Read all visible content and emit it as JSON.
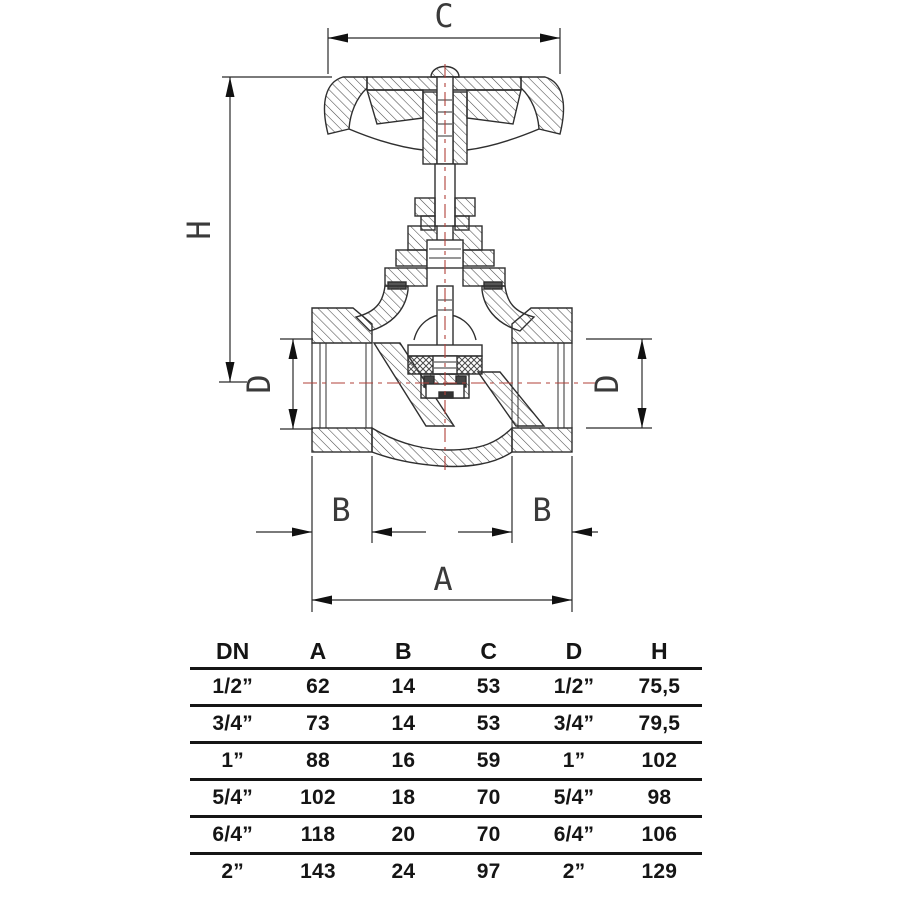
{
  "drawing": {
    "dimension_labels": {
      "c": "C",
      "h": "H",
      "d_left": "D",
      "d_right": "D",
      "b_left": "B",
      "b_right": "B",
      "a": "A"
    },
    "colors": {
      "outline": "#2f2f2f",
      "hatch": "#4a4a4a",
      "centerline": "#b0403a",
      "dim_text": "#3a3a3a",
      "table_text": "#151515"
    }
  },
  "table": {
    "columns": [
      "DN",
      "A",
      "B",
      "C",
      "D",
      "H"
    ],
    "rows": [
      [
        "1/2”",
        "62",
        "14",
        "53",
        "1/2”",
        "75,5"
      ],
      [
        "3/4”",
        "73",
        "14",
        "53",
        "3/4”",
        "79,5"
      ],
      [
        "1”",
        "88",
        "16",
        "59",
        "1”",
        "102"
      ],
      [
        "5/4”",
        "102",
        "18",
        "70",
        "5/4”",
        "98"
      ],
      [
        "6/4”",
        "118",
        "20",
        "70",
        "6/4”",
        "106"
      ],
      [
        "2”",
        "143",
        "24",
        "97",
        "2”",
        "129"
      ]
    ]
  }
}
